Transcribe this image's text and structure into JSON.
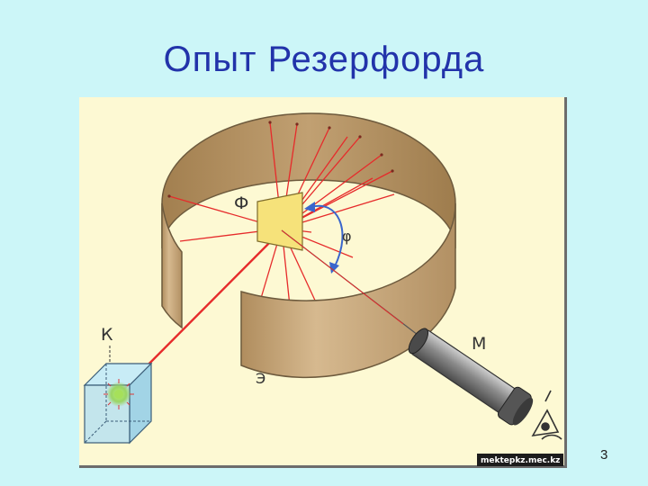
{
  "slide": {
    "title": "Опыт Резерфорда",
    "page_number": "3"
  },
  "diagram": {
    "labels": {
      "source": "К",
      "foil": "Ф",
      "angle": "φ",
      "microscope": "М",
      "screen": "Э"
    },
    "watermark": "mektepkz.mec.kz",
    "colors": {
      "background": "#ccf6f8",
      "title": "#2233aa",
      "figure_bg": "#fdf9d3",
      "screen_outer": "#c8a77c",
      "screen_inner": "#a98959",
      "rays": "#e62b2b",
      "foil": "#f6e27a",
      "angle_arrow": "#3a66cc",
      "source_box": "#aee2ef",
      "microscope": "#8d8d8d"
    },
    "icons": [
      "eye-icon"
    ]
  }
}
